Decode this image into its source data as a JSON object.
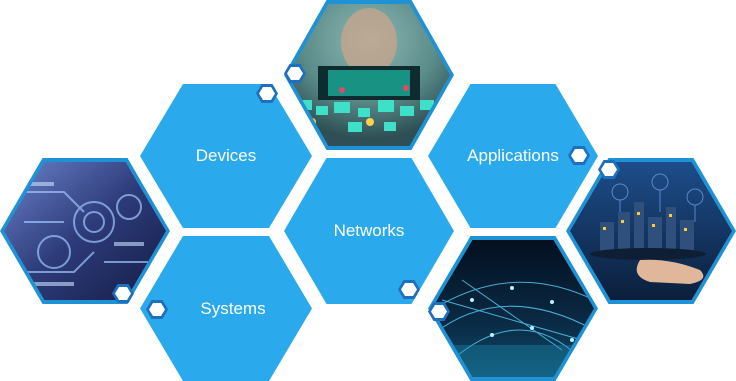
{
  "labels": {
    "devices": "Devices",
    "applications": "Applications",
    "networks": "Networks",
    "systems": "Systems"
  },
  "images": {
    "top": "person-with-tablet-holographic-apps",
    "left": "abstract-tech-gears-circuits",
    "bottom_right": "night-city-network-lights",
    "right": "hand-holding-smart-city"
  },
  "colors": {
    "hex_fill": "#2aa9ec",
    "hex_frame": "#1f92d6",
    "mini_hex_border": "#1f6fbf"
  }
}
